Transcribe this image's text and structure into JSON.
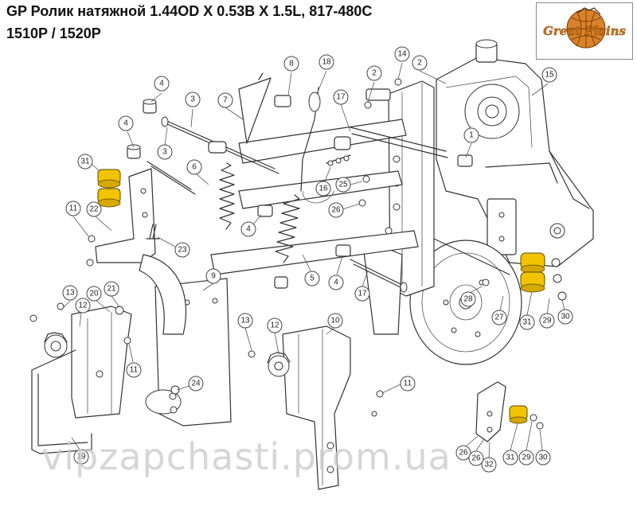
{
  "header": {
    "title": "GP Ролик натяжной 1.44OD X 0.53B X 1.5L, 817-480C",
    "subtitle": "1510P / 1520P"
  },
  "logo": {
    "text": "Great Plains",
    "icon": "great-plains-globe-icon",
    "color": "#c8741a"
  },
  "watermark": "vipzapchasti.prom.ua",
  "colors": {
    "highlight_roller": "#f2c400",
    "line": "#333333"
  },
  "callouts": [
    "4",
    "3",
    "7",
    "8",
    "18",
    "14",
    "2",
    "2",
    "15",
    "4",
    "3",
    "17",
    "1",
    "31",
    "6",
    "16",
    "25",
    "11",
    "22",
    "26",
    "23",
    "4",
    "5",
    "4",
    "17",
    "28",
    "27",
    "31",
    "29",
    "30",
    "13",
    "12",
    "20",
    "21",
    "9",
    "13",
    "12",
    "10",
    "11",
    "24",
    "11",
    "19",
    "26",
    "26",
    "32",
    "31",
    "29",
    "30"
  ]
}
